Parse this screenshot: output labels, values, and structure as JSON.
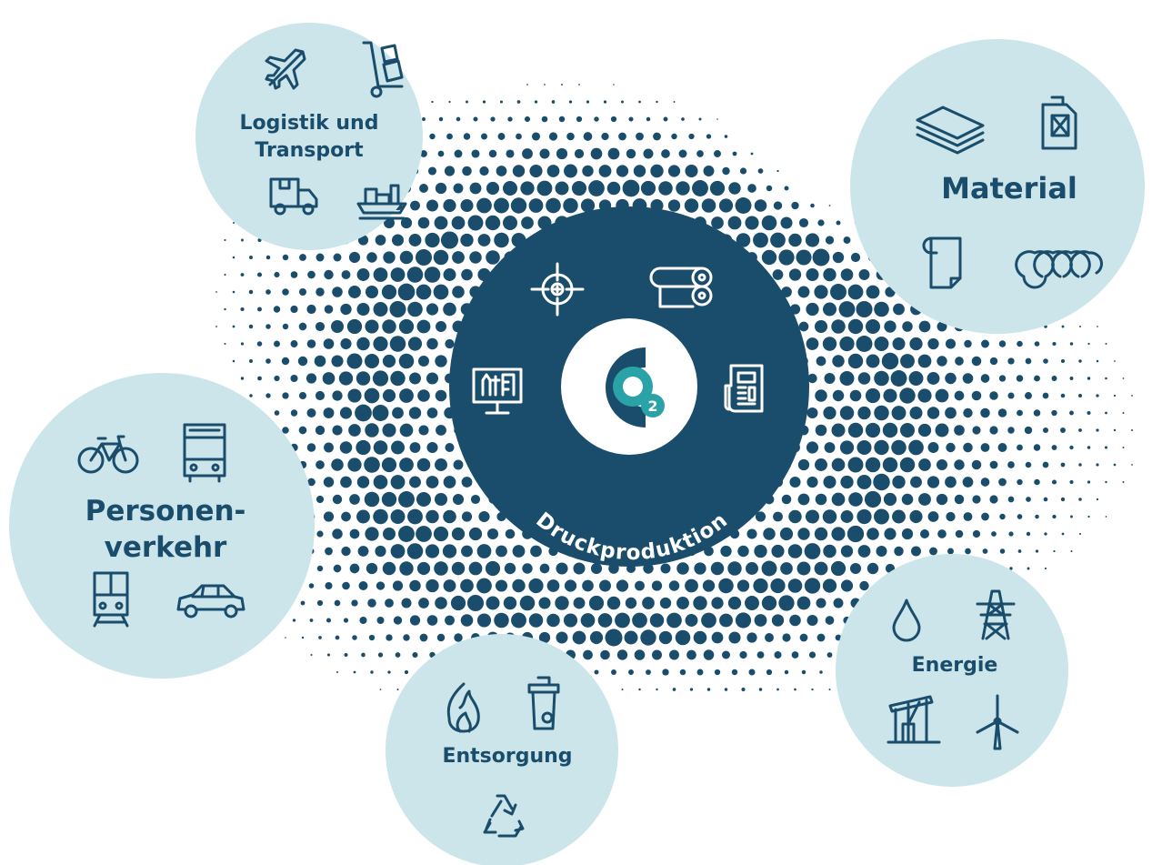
{
  "colors": {
    "dark": "#1a4d6b",
    "light_circle": "#cce5ea",
    "teal": "#2aa3a8",
    "white": "#ffffff"
  },
  "center": {
    "label": "Druckproduktion",
    "icons": [
      "target-icon",
      "paper-rolls-icon",
      "design-monitor-icon",
      "newspaper-icon",
      "co2-logo-icon"
    ]
  },
  "categories": [
    {
      "id": "logistik",
      "lines": [
        "Logistik und",
        "Transport"
      ],
      "icons": [
        "airplane-icon",
        "hand-truck-icon",
        "delivery-truck-icon",
        "cargo-ship-icon"
      ]
    },
    {
      "id": "material",
      "lines": [
        "Material"
      ],
      "icons": [
        "paper-stack-icon",
        "canister-icon",
        "paper-roll-icon",
        "ink-drops-icon"
      ]
    },
    {
      "id": "personen",
      "lines": [
        "Personen-",
        "verkehr"
      ],
      "icons": [
        "bicycle-icon",
        "bus-icon",
        "train-icon",
        "car-icon"
      ]
    },
    {
      "id": "entsorgung",
      "lines": [
        "Entsorgung"
      ],
      "icons": [
        "flame-icon",
        "trash-bin-icon",
        "recycle-icon"
      ]
    },
    {
      "id": "energie",
      "lines": [
        "Energie"
      ],
      "icons": [
        "oil-drop-icon",
        "power-tower-icon",
        "oil-pump-icon",
        "wind-turbine-icon"
      ]
    }
  ]
}
